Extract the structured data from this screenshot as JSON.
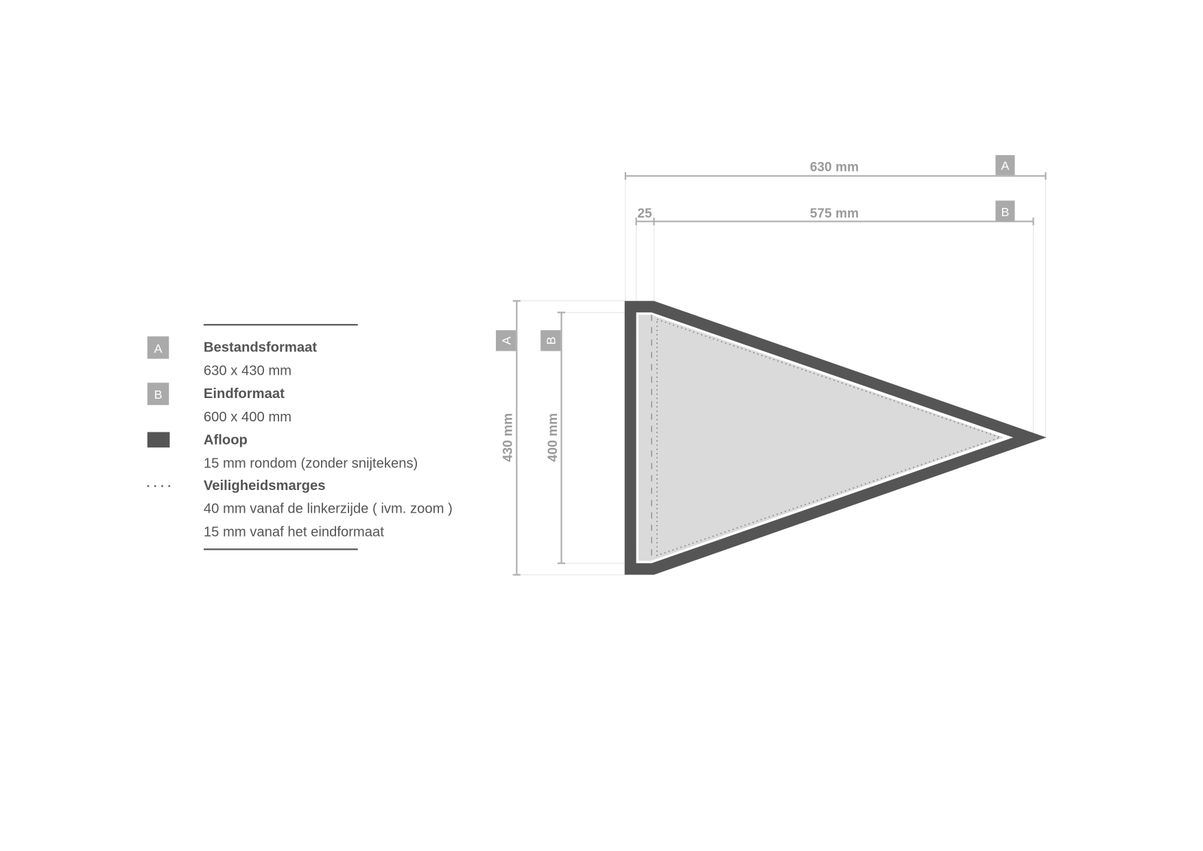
{
  "dimensions": {
    "file_width": "630 mm",
    "bleed_offset": "25",
    "final_width": "575 mm",
    "file_height": "430 mm",
    "final_height": "400 mm",
    "badge_a": "A",
    "badge_b": "B"
  },
  "legend": [
    {
      "marker": "A",
      "title": "Bestandsformaat",
      "lines": [
        "630 x 430 mm"
      ]
    },
    {
      "marker": "B",
      "title": "Eindformaat",
      "lines": [
        "600 x 400 mm"
      ]
    },
    {
      "marker": "dark-swatch",
      "title": "Afloop",
      "lines": [
        "15 mm rondom (zonder snijtekens)"
      ]
    },
    {
      "marker": "dotted-line",
      "title": "Veiligheidsmarges",
      "lines": [
        "40 mm vanaf de linkerzijde ( ivm. zoom )",
        "15 mm vanaf het eindformaat"
      ]
    }
  ],
  "colors": {
    "bleed": "#555555",
    "badge": "#aaaaaa",
    "fill": "#dadada",
    "dim": "#9a9a9a"
  }
}
